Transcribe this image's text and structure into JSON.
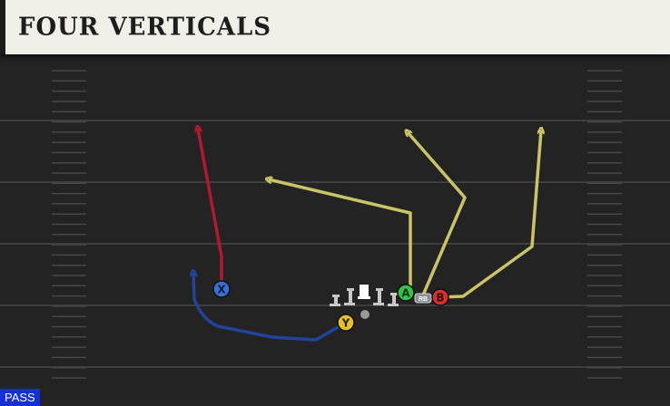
{
  "play": {
    "title": "FOUR VERTICALS",
    "mode_badge": "PASS"
  },
  "players": {
    "x": {
      "label": "X",
      "color": "#3a6fd8"
    },
    "y": {
      "label": "Y",
      "color": "#e6c02a"
    },
    "a": {
      "label": "A",
      "color": "#36c247"
    },
    "b": {
      "label": "B",
      "color": "#d9302f"
    },
    "rb": {
      "label": "RB"
    }
  },
  "routes": {
    "x_color": "#b3182f",
    "y_color": "#21449a",
    "a_color": "#c9c468",
    "b_color": "#c9c468",
    "rb_color": "#c9c468"
  },
  "colors": {
    "field": "#232323",
    "yard_line": "#3e3e3e",
    "hash": "#4a4a4a",
    "lineman": "#c8c8c8",
    "title_bg": "#f0efe8",
    "badge_bg": "#1530d8"
  }
}
